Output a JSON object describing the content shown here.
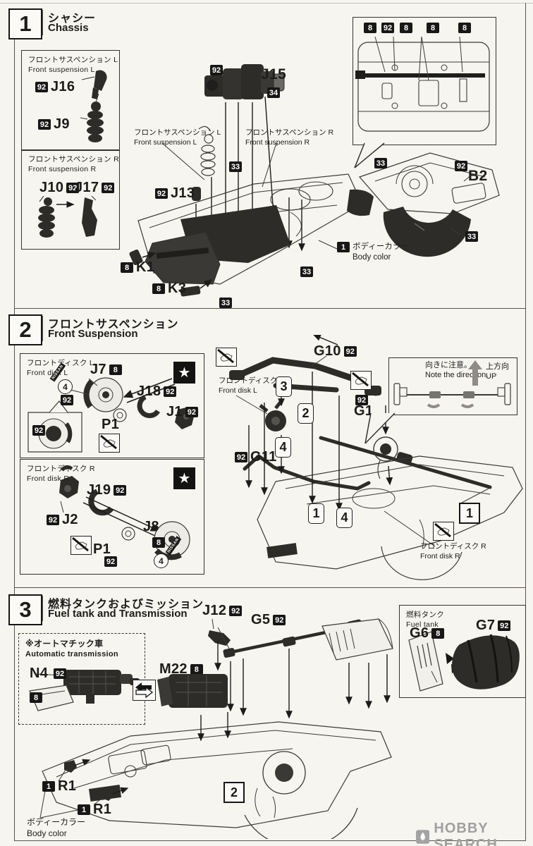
{
  "page": {
    "paper": "#f7f5f0",
    "ink": "#1d1c1a",
    "chip_bg": "#171715",
    "watermark_gray": "#a0a0a0"
  },
  "chips": {
    "c1": "1",
    "c8": "8",
    "c33": "33",
    "c34": "34",
    "c92": "92"
  },
  "order": {
    "n1": "1",
    "n2": "2",
    "n3": "3",
    "n4": "4"
  },
  "refs": {
    "r1": "1",
    "r2": "2"
  },
  "icons": {
    "star": "★"
  },
  "steps": {
    "s1": {
      "num": "1",
      "jp": "シャシー",
      "en": "Chassis"
    },
    "s2": {
      "num": "2",
      "jp": "フロントサスペンション",
      "en": "Front Suspension"
    },
    "s3": {
      "num": "3",
      "jp": "燃料タンクおよびミッション",
      "en": "Fuel tank and Transmission"
    }
  },
  "s1": {
    "boxL": {
      "jp": "フロントサスペンション L",
      "en": "Front suspension L",
      "j16": "J16",
      "j9": "J9"
    },
    "boxR": {
      "jp": "フロントサスペンション R",
      "en": "Front suspension R",
      "j10": "J10",
      "j17": "J17"
    },
    "suspL": {
      "jp": "フロントサスペンション L",
      "en": "Front suspension L"
    },
    "suspR": {
      "jp": "フロントサスペンション R",
      "en": "Front suspension R"
    },
    "j15": "J15",
    "j13": "J13",
    "k1": "K1",
    "k3": "K3",
    "b2": "B2",
    "body": {
      "jp": "ボディーカラー",
      "en": "Body color"
    }
  },
  "s2": {
    "diskL": {
      "jp": "フロントディスク L",
      "en": "Front disk L",
      "j7": "J7",
      "j18": "J18",
      "j1": "J1",
      "p1": "P1"
    },
    "diskR": {
      "jp": "フロントディスク R",
      "en": "Front disk R",
      "j19": "J19",
      "j2": "J2",
      "j8": "J8",
      "p1": "P1"
    },
    "caliper": "NISSAN",
    "g10": "G10",
    "g1": "G1",
    "g11": "G11",
    "noteL": {
      "jp": "フロントディスク L",
      "en": "Front disk L"
    },
    "noteR": {
      "jp": "フロントディスク R",
      "en": "Front disk R"
    },
    "callout": {
      "jp": "向きに注意。",
      "en": "Note the direction.",
      "up_jp": "上方向",
      "up_en": "UP"
    }
  },
  "s3": {
    "auto": {
      "jp": "※オートマチック車",
      "en": "Automatic transmission",
      "n4": "N4"
    },
    "m22": "M22",
    "j12": "J12",
    "g5": "G5",
    "tank": {
      "jp": "燃料タンク",
      "en": "Fuel tank",
      "g6": "G6",
      "g7": "G7"
    },
    "r1": "R1",
    "body": {
      "jp": "ボディーカラー",
      "en": "Body color"
    }
  },
  "watermark": {
    "text": "HOBBY SEARCH"
  }
}
